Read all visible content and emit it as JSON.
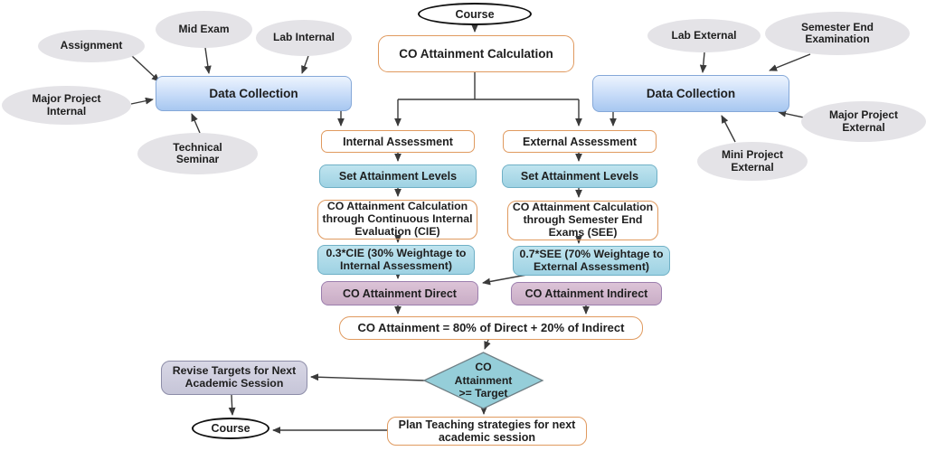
{
  "diagram": {
    "title": "CO Attainment Calculation flowchart",
    "colors": {
      "orange_fill": "#f9c априли",
      "orange_border": "#e09a5f",
      "blue_fill": "#a7c7f0",
      "blue_border": "#85a8d8",
      "teal_fill": "#9ed2e3",
      "teal_border": "#6fb0c6",
      "purple_fill": "#c9adc6",
      "purple_border": "#9c7fae",
      "lavender_fill": "#c6c5d8",
      "lavender_border": "#8d8da8",
      "diamond_fill": "#95ced9",
      "diamond_border": "#6f7f85",
      "ellipse_fill": "#e4e3e7",
      "line_color": "#3a3a3a"
    },
    "nodes": {
      "course_top": "Course",
      "co_attainment_calculation": "CO Attainment Calculation",
      "data_collection_left": "Data Collection",
      "data_collection_right": "Data Collection",
      "assignment": "Assignment",
      "mid_exam": "Mid Exam",
      "lab_internal": "Lab Internal",
      "major_project_internal": "Major Project Internal",
      "technical_seminar": "Technical Seminar",
      "lab_external": "Lab External",
      "semester_end_examination": "Semester End Examination",
      "major_project_external": "Major Project External",
      "mini_project_external": "Mini Project External",
      "internal_assessment": "Internal Assessment",
      "external_assessment": "External Assessment",
      "set_attainment_levels_left": "Set Attainment Levels",
      "set_attainment_levels_right": "Set Attainment Levels",
      "cie_calculation": "CO Attainment Calculation through Continuous Internal Evaluation (CIE)",
      "see_calculation": "CO Attainment Calculation through Semester End Exams (SEE)",
      "cie_weightage": "0.3*CIE (30% Weightage to Internal Assessment)",
      "see_weightage": "0.7*SEE (70% Weightage to External Assessment)",
      "co_attainment_direct": "CO Attainment Direct",
      "co_attainment_indirect": "CO Attainment Indirect",
      "co_attainment_formula": "CO Attainment = 80% of Direct + 20% of Indirect",
      "decision": "CO\nAttainment\n>= Target",
      "revise_targets": "Revise Targets for Next Academic Session",
      "course_bottom": "Course",
      "plan_teaching": "Plan Teaching strategies for next academic session"
    }
  }
}
